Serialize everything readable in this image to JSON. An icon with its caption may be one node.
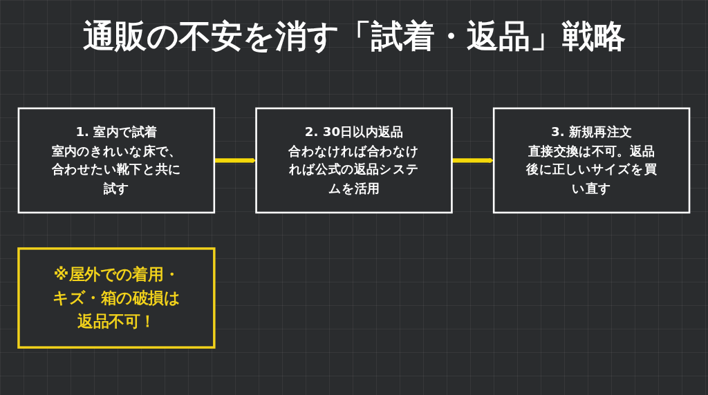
{
  "diagram": {
    "title": "通販の不安を消す「試着・返品」戦略",
    "nodes": [
      {
        "text": [
          "1. 室内で試着",
          "室内のきれいな床で、合わせたい靴下と共に試す"
        ]
      },
      {
        "text": [
          "2. 30日以内返品",
          "合わなければ合わなければ公式の返品システムを活用"
        ]
      },
      {
        "text": [
          "3. 新規再注文",
          "直接交換は不可。返品後に正しいサイズを買い直す"
        ]
      },
      {
        "text": [
          "※屋外での着用・キズ・箱の破損は返品不可！"
        ]
      }
    ],
    "edges": [
      {
        "from": 0,
        "to": 1,
        "arrow": "to"
      },
      {
        "from": 1,
        "to": 2,
        "arrow": "to"
      }
    ]
  }
}
